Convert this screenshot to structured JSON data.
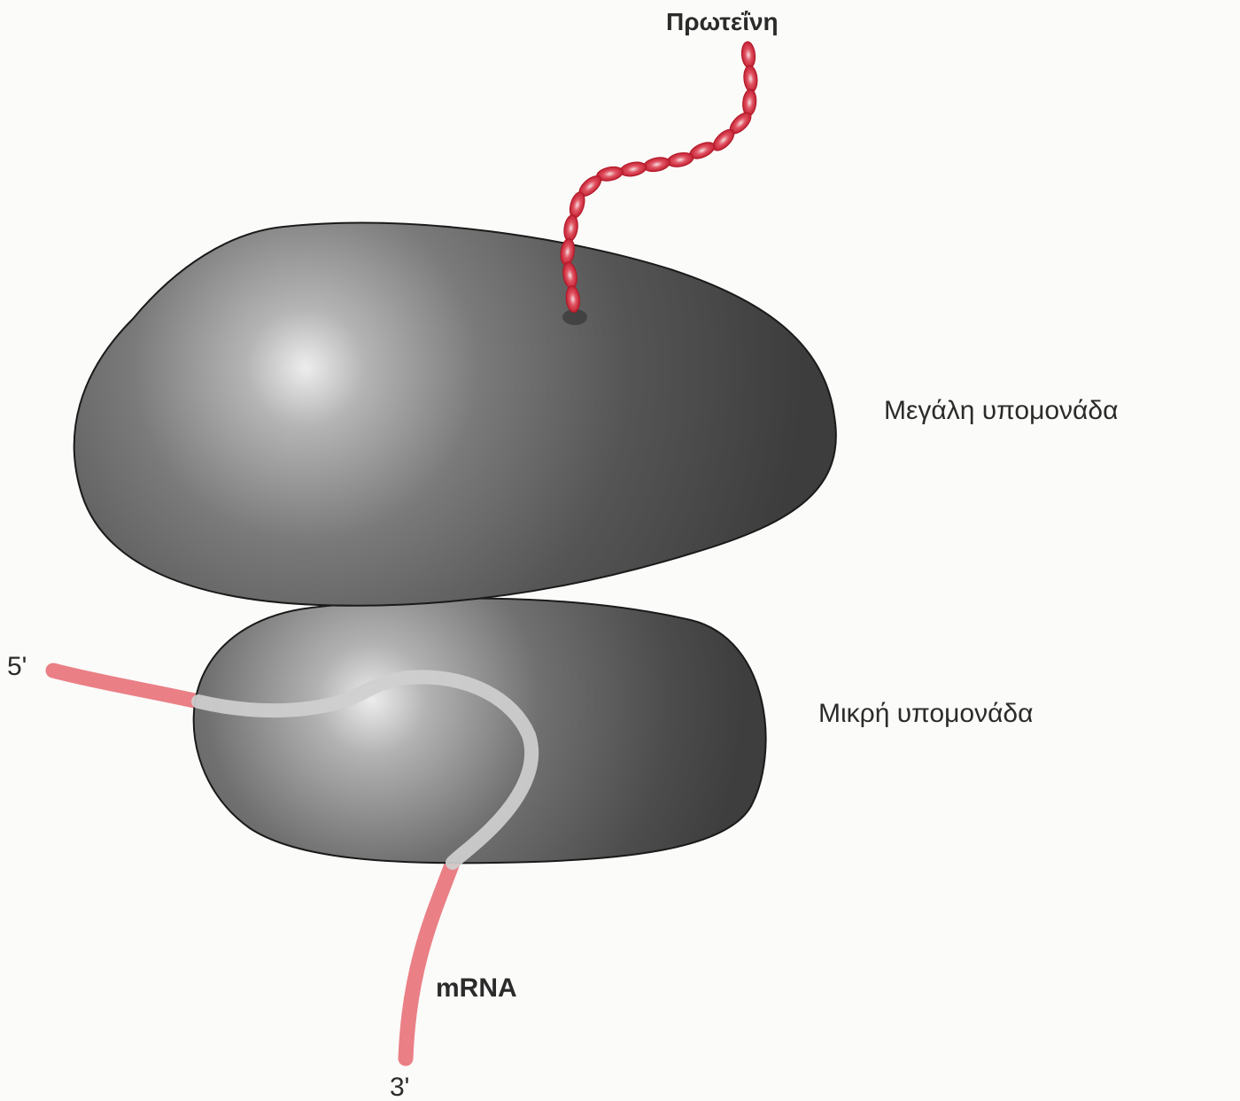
{
  "labels": {
    "protein": "Πρωτεΐνη",
    "large_subunit": "Μεγάλη υπομονάδα",
    "small_subunit": "Μικρή υπομονάδα",
    "mrna": "mRNA",
    "five_prime": "5'",
    "three_prime": "3'"
  },
  "colors": {
    "background": "#fbfbf9",
    "subunit_dark": "#3e3e3e",
    "subunit_highlight": "#eeeeee",
    "outline": "#1a1a1a",
    "mrna": "#ea7f86",
    "mrna_inside": "#cfcfcf",
    "protein": "#cc2233",
    "protein_highlight": "#f4dfe1",
    "text": "#2b2b2b"
  }
}
